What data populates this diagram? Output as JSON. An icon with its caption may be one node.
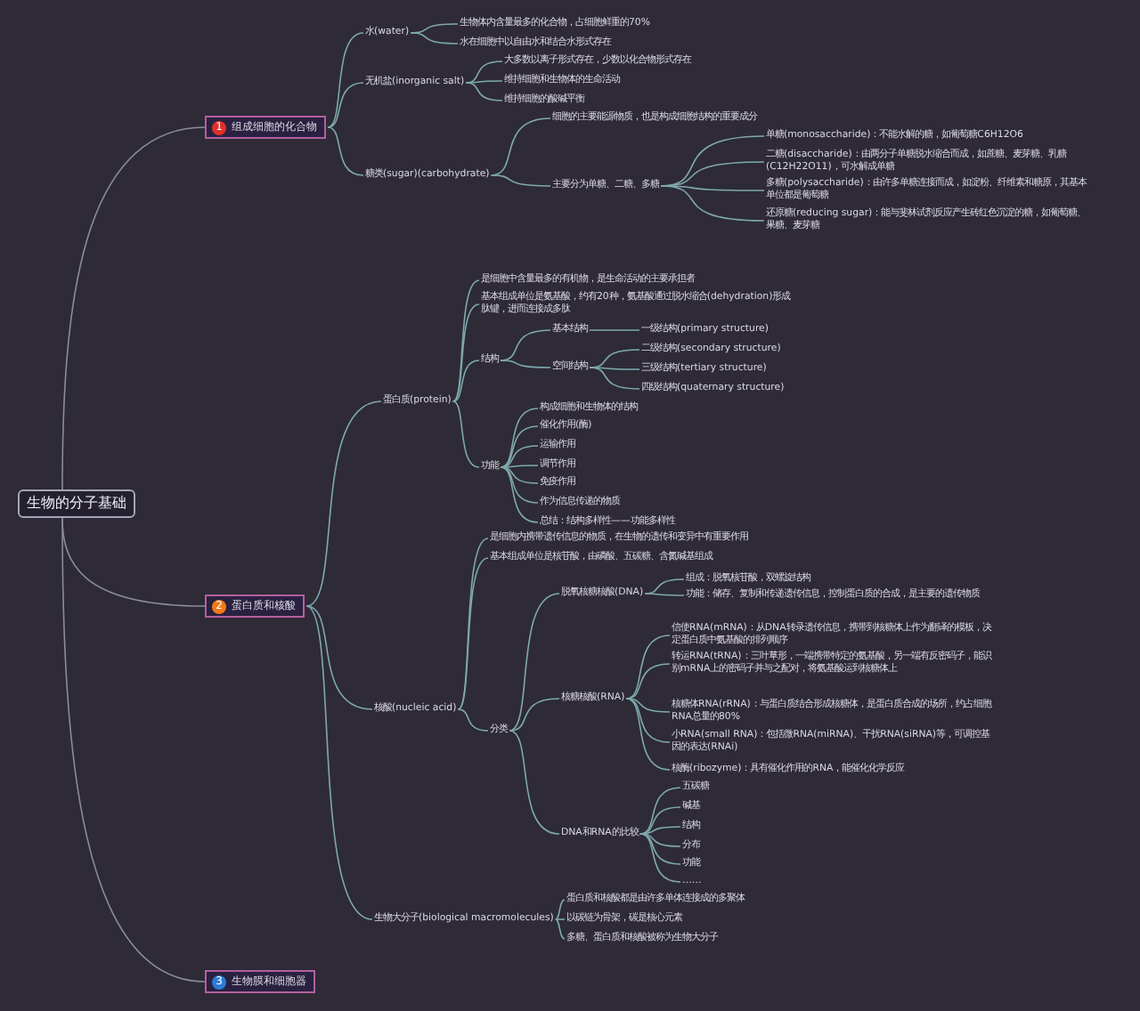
{
  "diagram": {
    "nodes": [
      {
        "text": [
          "生物的分子基础"
        ]
      },
      {
        "text": [
          "1",
          "组成细胞的化合物"
        ]
      },
      {
        "text": [
          "2",
          "蛋白质和核酸"
        ]
      },
      {
        "text": [
          "3",
          "生物膜和细胞器"
        ]
      },
      {
        "text": [
          "水(water)"
        ]
      },
      {
        "text": [
          "生物体内含量最多的化合物，占细胞鲜重的70%"
        ]
      },
      {
        "text": [
          "水在细胞中以自由水和结合水形式存在"
        ]
      },
      {
        "text": [
          "无机盐(inorganic salt)"
        ]
      },
      {
        "text": [
          "大多数以离子形式存在，少数以化合物形式存在"
        ]
      },
      {
        "text": [
          "维持细胞和生物体的生命活动"
        ]
      },
      {
        "text": [
          "维持细胞的酸碱平衡"
        ]
      },
      {
        "text": [
          "糖类(sugar)(carbohydrate)"
        ]
      },
      {
        "text": [
          "细胞的主要能源物质，也是构成细胞结构的重要成分"
        ]
      },
      {
        "text": [
          "主要分为单糖、二糖、多糖"
        ]
      },
      {
        "text": [
          "单糖(monosaccharide)：不能水解的糖，如葡萄糖C6H12O6"
        ]
      },
      {
        "text": [
          "二糖(disaccharide)：由两分子单糖脱水缩合而成，如蔗糖、麦芽糖、乳糖(C12H22O11)，可水解成单糖"
        ]
      },
      {
        "text": [
          "多糖(polysaccharide)：由许多单糖连接而成，如淀粉、纤维素和糖原，其基本单位都是葡萄糖"
        ]
      },
      {
        "text": [
          "还原糖(reducing sugar)：能与斐林试剂反应产生砖红色沉淀的糖，如葡萄糖、果糖、麦芽糖"
        ]
      },
      {
        "text": [
          "蛋白质(protein)"
        ]
      },
      {
        "text": [
          "是细胞中含量最多的有机物，是生命活动的主要承担者"
        ]
      },
      {
        "text": [
          "基本组成单位是氨基酸，约有20种，氨基酸通过脱水缩合(dehydration)形成肽键，进而连接成多肽"
        ]
      },
      {
        "text": [
          "结构"
        ]
      },
      {
        "text": [
          "基本结构"
        ]
      },
      {
        "text": [
          "一级结构(primary structure)"
        ]
      },
      {
        "text": [
          "空间结构"
        ]
      },
      {
        "text": [
          "二级结构(secondary structure)"
        ]
      },
      {
        "text": [
          "三级结构(tertiary structure)"
        ]
      },
      {
        "text": [
          "四级结构(quaternary structure)"
        ]
      },
      {
        "text": [
          "功能"
        ]
      },
      {
        "text": [
          "构成细胞和生物体的结构"
        ]
      },
      {
        "text": [
          "催化作用(酶)"
        ]
      },
      {
        "text": [
          "运输作用"
        ]
      },
      {
        "text": [
          "调节作用"
        ]
      },
      {
        "text": [
          "免疫作用"
        ]
      },
      {
        "text": [
          "作为信息传递的物质"
        ]
      },
      {
        "text": [
          "总结：结构多样性——功能多样性"
        ]
      },
      {
        "text": [
          "核酸(nucleic acid)"
        ]
      },
      {
        "text": [
          "是细胞内携带遗传信息的物质，在生物的遗传和变异中有重要作用"
        ]
      },
      {
        "text": [
          "基本组成单位是核苷酸，由磷酸、五碳糖、含氮碱基组成"
        ]
      },
      {
        "text": [
          "分类"
        ]
      },
      {
        "text": [
          "脱氧核糖核酸(DNA)"
        ]
      },
      {
        "text": [
          "组成：脱氧核苷酸，双螺旋结构"
        ]
      },
      {
        "text": [
          "功能：储存、复制和传递遗传信息，控制蛋白质的合成，是主要的遗传物质"
        ]
      },
      {
        "text": [
          "核糖核酸(RNA)"
        ]
      },
      {
        "text": [
          "信使RNA(mRNA)：从DNA转录遗传信息，携带到核糖体上作为翻译的模板，决定蛋白质中氨基酸的排列顺序"
        ]
      },
      {
        "text": [
          "转运RNA(tRNA)：三叶草形，一端携带特定的氨基酸，另一端有反密码子，能识别mRNA上的密码子并与之配对，将氨基酸运到核糖体上"
        ]
      },
      {
        "text": [
          "核糖体RNA(rRNA)：与蛋白质结合形成核糖体，是蛋白质合成的场所，约占细胞RNA总量的80%"
        ]
      },
      {
        "text": [
          "小RNA(small RNA)：包括微RNA(miRNA)、干扰RNA(siRNA)等，可调控基因的表达(RNAi)"
        ]
      },
      {
        "text": [
          "核酶(ribozyme)：具有催化作用的RNA，能催化化学反应"
        ]
      },
      {
        "text": [
          "DNA和RNA的比较"
        ]
      },
      {
        "text": [
          "五碳糖"
        ]
      },
      {
        "text": [
          "碱基"
        ]
      },
      {
        "text": [
          "结构"
        ]
      },
      {
        "text": [
          "分布"
        ]
      },
      {
        "text": [
          "功能"
        ]
      },
      {
        "text": [
          "……"
        ]
      },
      {
        "text": [
          "生物大分子(biological macromolecules)"
        ]
      },
      {
        "text": [
          "蛋白质和核酸都是由许多单体连接成的多聚体"
        ]
      },
      {
        "text": [
          "以碳链为骨架，碳是核心元素"
        ]
      },
      {
        "text": [
          "多糖、蛋白质和核酸被称为生物大分子"
        ]
      }
    ],
    "edges": [
      {
        "from": 0,
        "to": 1,
        "arrow": "none"
      },
      {
        "from": 0,
        "to": 2,
        "arrow": "none"
      },
      {
        "from": 0,
        "to": 3,
        "arrow": "none"
      },
      {
        "from": 1,
        "to": 4,
        "arrow": "none"
      },
      {
        "from": 4,
        "to": 5,
        "arrow": "none"
      },
      {
        "from": 4,
        "to": 6,
        "arrow": "none"
      },
      {
        "from": 1,
        "to": 7,
        "arrow": "none"
      },
      {
        "from": 7,
        "to": 8,
        "arrow": "none"
      },
      {
        "from": 7,
        "to": 9,
        "arrow": "none"
      },
      {
        "from": 7,
        "to": 10,
        "arrow": "none"
      },
      {
        "from": 1,
        "to": 11,
        "arrow": "none"
      },
      {
        "from": 11,
        "to": 12,
        "arrow": "none"
      },
      {
        "from": 11,
        "to": 13,
        "arrow": "none"
      },
      {
        "from": 13,
        "to": 14,
        "arrow": "none"
      },
      {
        "from": 13,
        "to": 15,
        "arrow": "none"
      },
      {
        "from": 13,
        "to": 16,
        "arrow": "none"
      },
      {
        "from": 13,
        "to": 17,
        "arrow": "none"
      },
      {
        "from": 2,
        "to": 18,
        "arrow": "none"
      },
      {
        "from": 18,
        "to": 19,
        "arrow": "none"
      },
      {
        "from": 18,
        "to": 20,
        "arrow": "none"
      },
      {
        "from": 18,
        "to": 21,
        "arrow": "none"
      },
      {
        "from": 21,
        "to": 22,
        "arrow": "none"
      },
      {
        "from": 22,
        "to": 23,
        "arrow": "none"
      },
      {
        "from": 21,
        "to": 24,
        "arrow": "none"
      },
      {
        "from": 24,
        "to": 25,
        "arrow": "none"
      },
      {
        "from": 24,
        "to": 26,
        "arrow": "none"
      },
      {
        "from": 24,
        "to": 27,
        "arrow": "none"
      },
      {
        "from": 18,
        "to": 28,
        "arrow": "none"
      },
      {
        "from": 28,
        "to": 29,
        "arrow": "none"
      },
      {
        "from": 28,
        "to": 30,
        "arrow": "none"
      },
      {
        "from": 28,
        "to": 31,
        "arrow": "none"
      },
      {
        "from": 28,
        "to": 32,
        "arrow": "none"
      },
      {
        "from": 28,
        "to": 33,
        "arrow": "none"
      },
      {
        "from": 28,
        "to": 34,
        "arrow": "none"
      },
      {
        "from": 28,
        "to": 35,
        "arrow": "none"
      },
      {
        "from": 2,
        "to": 36,
        "arrow": "none"
      },
      {
        "from": 36,
        "to": 37,
        "arrow": "none"
      },
      {
        "from": 36,
        "to": 38,
        "arrow": "none"
      },
      {
        "from": 36,
        "to": 39,
        "arrow": "none"
      },
      {
        "from": 39,
        "to": 40,
        "arrow": "none"
      },
      {
        "from": 40,
        "to": 41,
        "arrow": "none"
      },
      {
        "from": 40,
        "to": 42,
        "arrow": "none"
      },
      {
        "from": 39,
        "to": 43,
        "arrow": "none"
      },
      {
        "from": 43,
        "to": 44,
        "arrow": "none"
      },
      {
        "from": 43,
        "to": 45,
        "arrow": "none"
      },
      {
        "from": 43,
        "to": 46,
        "arrow": "none"
      },
      {
        "from": 43,
        "to": 47,
        "arrow": "none"
      },
      {
        "from": 43,
        "to": 48,
        "arrow": "none"
      },
      {
        "from": 39,
        "to": 49,
        "arrow": "none"
      },
      {
        "from": 49,
        "to": 50,
        "arrow": "none"
      },
      {
        "from": 49,
        "to": 51,
        "arrow": "none"
      },
      {
        "from": 49,
        "to": 52,
        "arrow": "none"
      },
      {
        "from": 49,
        "to": 53,
        "arrow": "none"
      },
      {
        "from": 49,
        "to": 54,
        "arrow": "none"
      },
      {
        "from": 49,
        "to": 55,
        "arrow": "none"
      },
      {
        "from": 2,
        "to": 56,
        "arrow": "none"
      },
      {
        "from": 56,
        "to": 57,
        "arrow": "none"
      },
      {
        "from": 56,
        "to": 58,
        "arrow": "none"
      },
      {
        "from": 56,
        "to": 59,
        "arrow": "none"
      }
    ]
  }
}
